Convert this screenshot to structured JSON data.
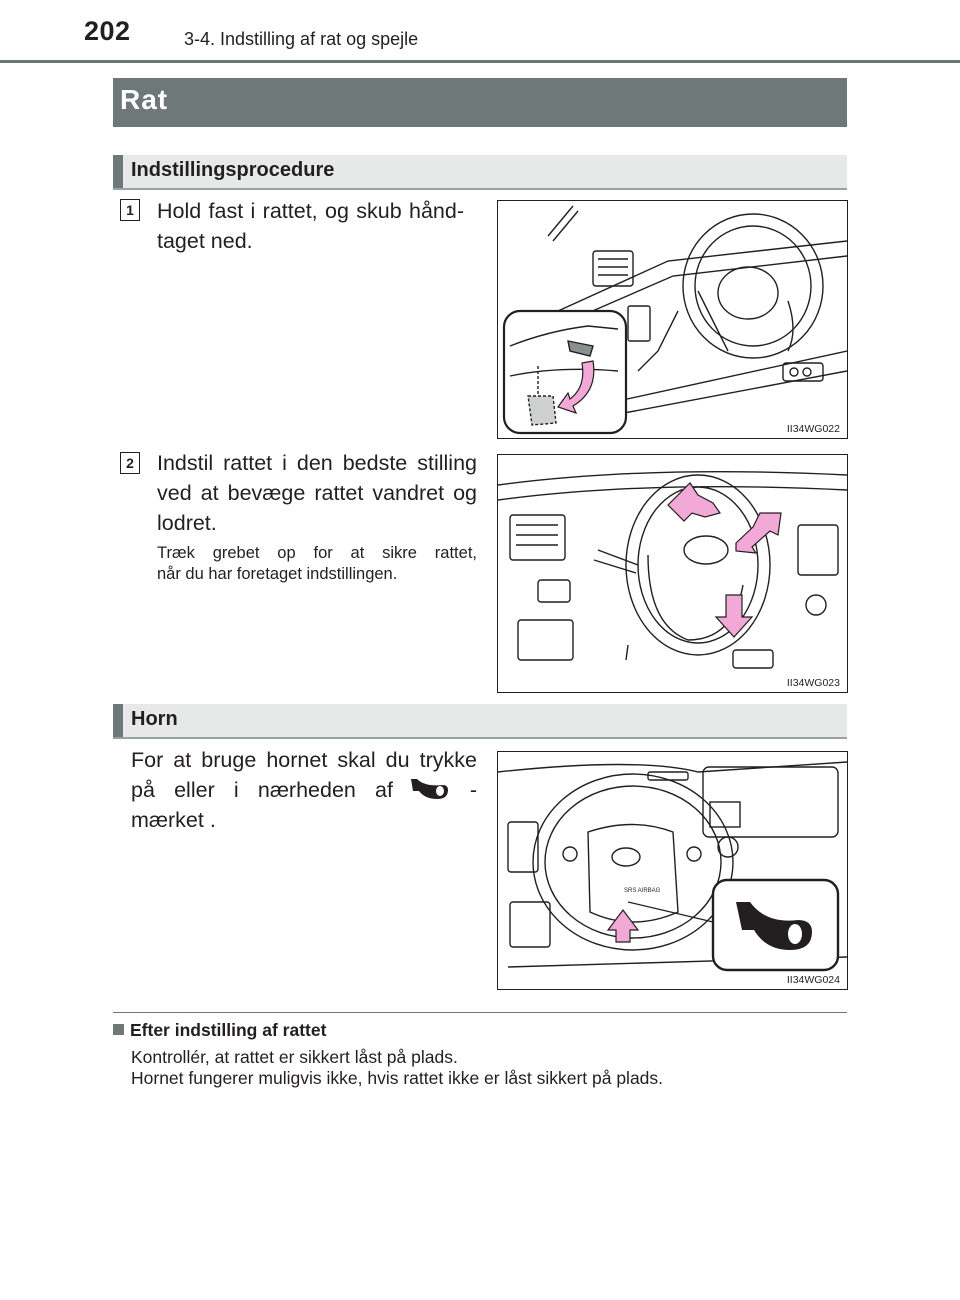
{
  "header": {
    "page_number": "202",
    "chapter": "3-4. Indstilling af rat og spejle"
  },
  "section": {
    "title": "Rat"
  },
  "procedure": {
    "title": "Indstillingsprocedure",
    "steps": [
      {
        "number": "1",
        "text_line1": "Hold fast i rattet, og skub hånd-",
        "text_line2": "taget ned.",
        "figure_code": "II34WG022"
      },
      {
        "number": "2",
        "text_line1": "Indstil rattet i den bedste stilling",
        "text_line2": "ved at bevæge rattet vandret og",
        "text_line3": "lodret.",
        "note_line1": "Træk grebet op for at sikre rattet,",
        "note_line2": "når du har foretaget indstillingen.",
        "figure_code": "II34WG023"
      }
    ]
  },
  "horn": {
    "title": "Horn",
    "text_line1": "For at bruge hornet skal du trykke",
    "text_line2a": "på eller i nærheden af",
    "text_line2b": "-",
    "text_line3": "mærket .",
    "figure_code": "II34WG024",
    "airbag_label": "SRS AIRBAG"
  },
  "footer": {
    "heading": "Efter indstilling af rattet",
    "line1": "Kontrollér, at rattet er sikkert låst på plads.",
    "line2": "Hornet fungerer muligvis ikke, hvis rattet ikke er låst sikkert på plads."
  },
  "colors": {
    "accent_gray": "#6d7877",
    "sub_bar": "#e7e8e8",
    "arrow_pink": "#f2a9d8"
  }
}
